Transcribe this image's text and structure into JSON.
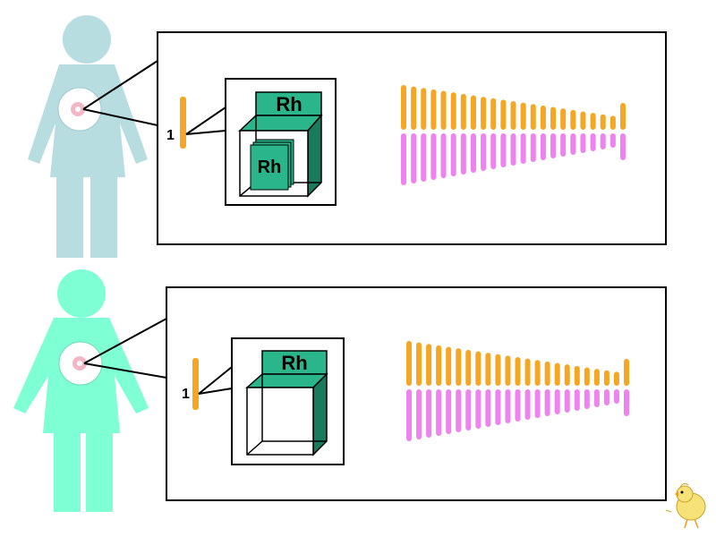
{
  "panels": [
    {
      "id": "top",
      "figure_color": "#b7dde1",
      "chromosome_label": "1",
      "gene_label_outer": "Rh",
      "gene_label_inner": "Rh",
      "has_inner_gene": true
    },
    {
      "id": "bottom",
      "figure_color": "#7fffd4",
      "chromosome_label": "1",
      "gene_label_outer": "Rh",
      "has_inner_gene": false
    }
  ],
  "colors": {
    "maternal_chromosome": "#f5a623",
    "paternal_chromosome": "#ee82ee",
    "gene_box": "#2bb58a",
    "gene_box_dark": "#1a7a5c",
    "panel_border": "#000000",
    "cell_nucleus": "#f3b6c7"
  },
  "icons": {
    "corner_mascot": "chick-icon"
  }
}
